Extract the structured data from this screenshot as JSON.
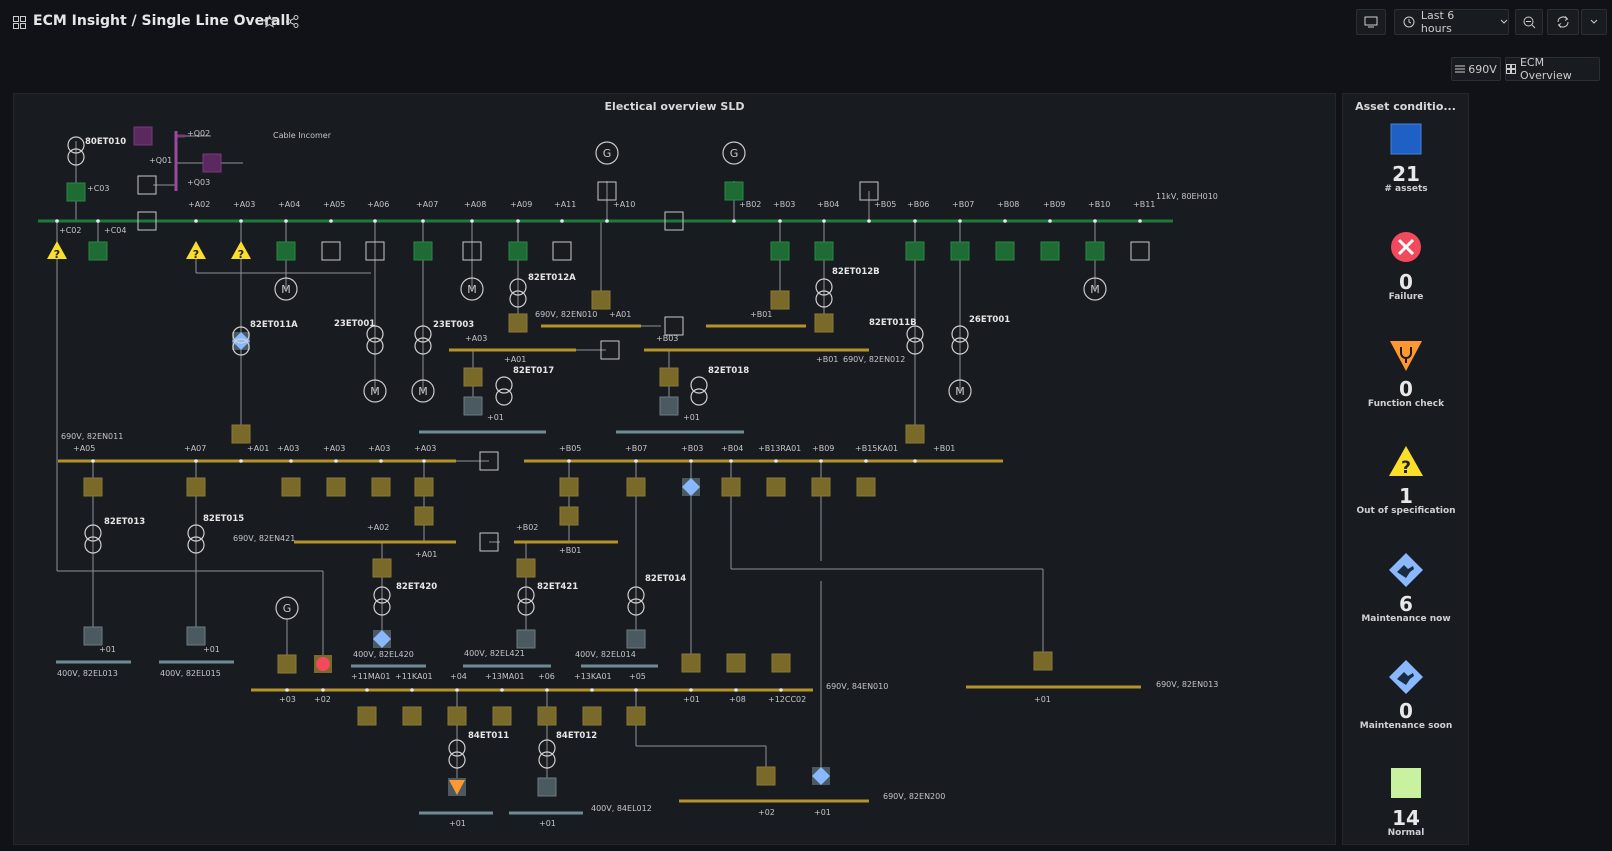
{
  "header": {
    "title": "ECM Insight / Single Line Overall",
    "time_range": "Last 6 hours",
    "variable_690v": "690V",
    "ecm_overview": "ECM Overview"
  },
  "sld": {
    "title": "Electical overview SLD",
    "labels": [
      "80ET010",
      "+Q02",
      "+Q01",
      "+Q03",
      "+C03",
      "Cable Incomer",
      "+C02",
      "+C04",
      "+A02",
      "+A03",
      "+A04",
      "+A05",
      "+A06",
      "+A07",
      "+A08",
      "+A09",
      "+A11",
      "+A10",
      "+B02",
      "+B03",
      "+B04",
      "+B05",
      "+B06",
      "+B07",
      "+B08",
      "+B09",
      "+B10",
      "+B11",
      "11kV, 80EH010",
      "82ET012A",
      "690V, 82EN010",
      "+A01",
      "+B01",
      "82ET012B",
      "82ET011A",
      "23ET001",
      "23ET003",
      "+A03",
      "+B03",
      "82ET011B",
      "26ET001",
      "+A01",
      "+B01",
      "690V, 82EN012",
      "82ET017",
      "82ET018",
      "+01",
      "+01",
      "690V, 82EN011",
      "+A05",
      "+A07",
      "+A01",
      "+A03",
      "+A03",
      "+A03",
      "+A03",
      "+B05",
      "+B07",
      "+B03",
      "+B04",
      "+B13RA01",
      "+B09",
      "+B15KA01",
      "+B01",
      "82ET013",
      "82ET015",
      "690V, 82EN421",
      "+A02",
      "+B02",
      "+A01",
      "+B01",
      "82ET420",
      "82ET421",
      "82ET014",
      "+01",
      "+01",
      "400V, 82EL013",
      "400V, 82EL015",
      "400V, 82EL420",
      "400V, 82EL421",
      "400V, 82EL014",
      "+11MA01",
      "+11KA01",
      "+04",
      "+13MA01",
      "+06",
      "+13KA01",
      "+05",
      "+03",
      "+02",
      "+01",
      "+08",
      "+12CC02",
      "690V, 84EN010",
      "+01",
      "690V, 82EN013",
      "84ET011",
      "84ET012",
      "400V, 84EL012",
      "+01",
      "+01",
      "+02",
      "+01",
      "690V, 82EN200"
    ]
  },
  "asset_panel": {
    "title": "Asset conditio...",
    "cards": [
      {
        "value": "21",
        "label": "# assets",
        "icon": "assets-square-icon",
        "color": "#1f60c4"
      },
      {
        "value": "0",
        "label": "Failure",
        "icon": "failure-x-icon",
        "color": "#f2495c"
      },
      {
        "value": "0",
        "label": "Function check",
        "icon": "function-check-icon",
        "color": "#ff9830"
      },
      {
        "value": "1",
        "label": "Out of specification",
        "icon": "out-of-spec-icon",
        "color": "#fade2a"
      },
      {
        "value": "6",
        "label": "Maintenance now",
        "icon": "maintenance-now-icon",
        "color": "#8ab8ff"
      },
      {
        "value": "0",
        "label": "Maintenance soon",
        "icon": "maintenance-soon-icon",
        "color": "#8ab8ff"
      },
      {
        "value": "14",
        "label": "Normal",
        "icon": "normal-square-icon",
        "color": "#c8f2a0"
      }
    ]
  },
  "colors": {
    "green_bus": "#1f7a3a",
    "gold_bus": "#b69328",
    "teal_bus": "#6e8c95",
    "breaker_gold": "#7a6a2a"
  }
}
